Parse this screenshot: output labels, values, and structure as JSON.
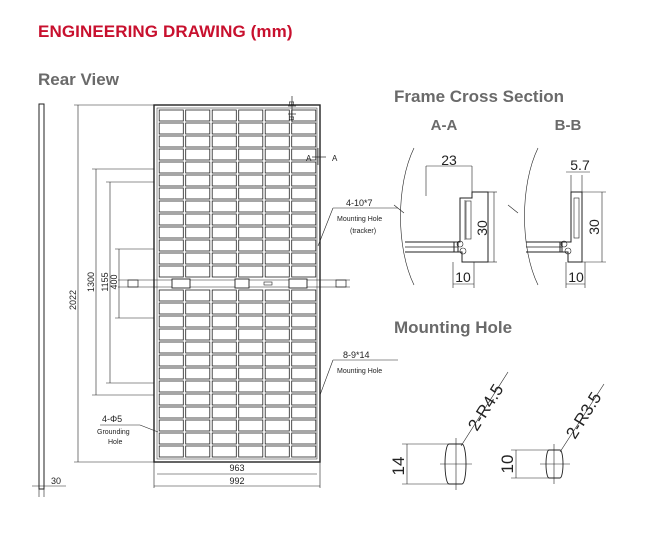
{
  "header": {
    "title": "ENGINEERING DRAWING (mm)"
  },
  "rear_view": {
    "heading": "Rear View",
    "dims": {
      "height_total": "2022",
      "d1300": "1300",
      "d1155": "1155",
      "d400": "400",
      "w963": "963",
      "w992": "992",
      "depth": "30"
    },
    "section_marks": {
      "b": "B",
      "a": "A"
    },
    "callouts": {
      "tracker_dim": "4-10*7",
      "tracker_label_1": "Mounting Hole",
      "tracker_label_2": "(tracker)",
      "mount_dim": "8-9*14",
      "mount_label": "Mounting Hole",
      "ground_dim": "4-Φ5",
      "ground_label_1": "Grounding",
      "ground_label_2": "Hole"
    }
  },
  "frame_cross_section": {
    "heading": "Frame Cross Section",
    "aa": {
      "label": "A-A",
      "top": "23",
      "height": "30",
      "bottom": "10"
    },
    "bb": {
      "label": "B-B",
      "top": "5.7",
      "height": "30",
      "bottom": "10"
    }
  },
  "mounting_hole": {
    "heading": "Mounting Hole",
    "left": {
      "radius": "2-R4.5",
      "height": "14"
    },
    "right": {
      "radius": "2-R3.5",
      "height": "10"
    }
  }
}
